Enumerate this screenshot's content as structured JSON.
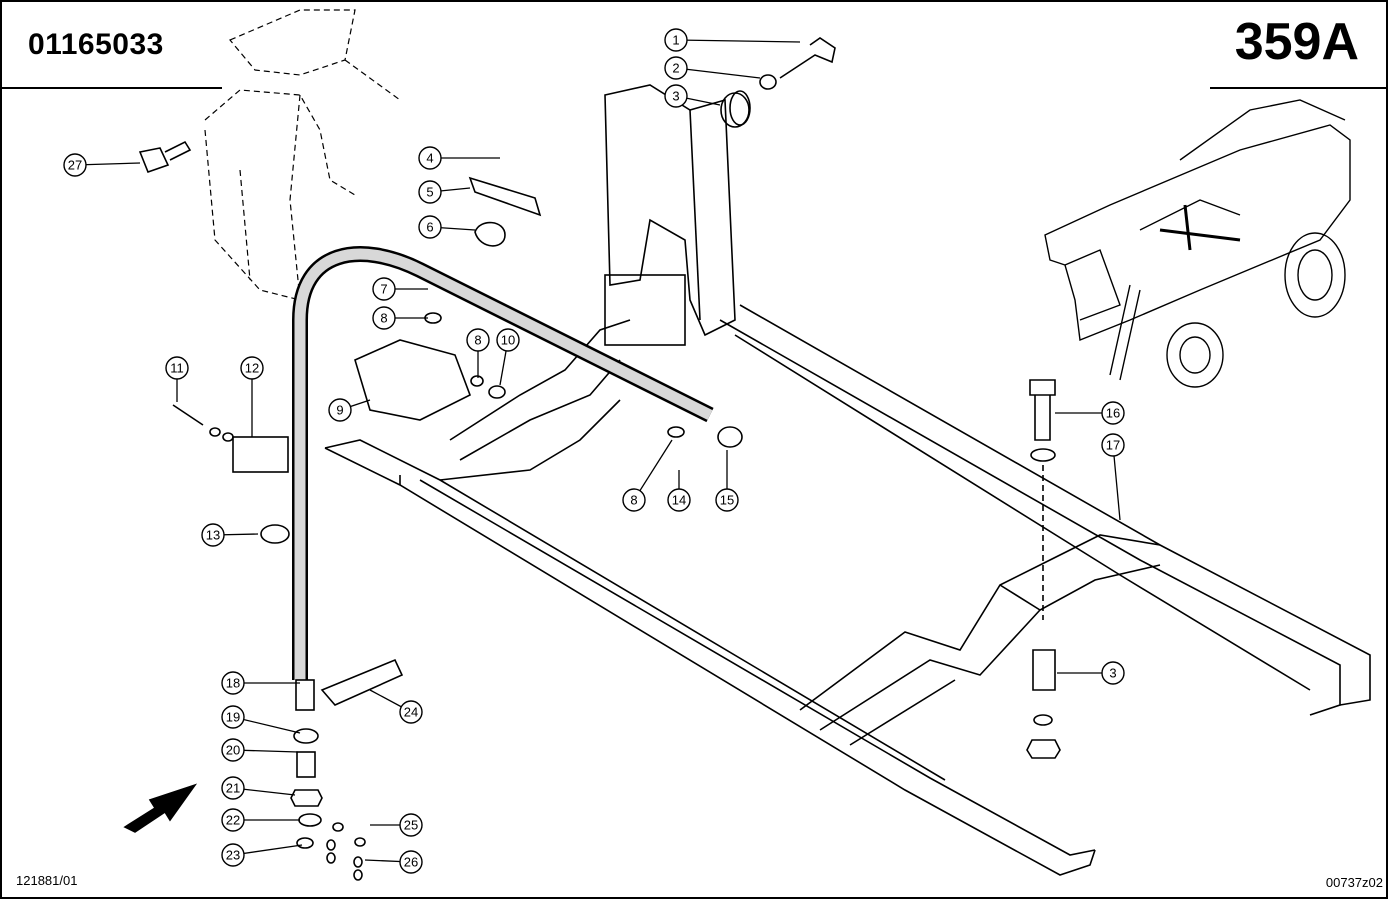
{
  "header": {
    "part_number": "01165033",
    "page_code": "359A"
  },
  "footer": {
    "drawing_ref": "121881/01",
    "image_ref": "00737z02"
  },
  "callouts": [
    {
      "num": "1"
    },
    {
      "num": "2"
    },
    {
      "num": "3"
    },
    {
      "num": "4"
    },
    {
      "num": "5"
    },
    {
      "num": "6"
    },
    {
      "num": "7"
    },
    {
      "num": "8"
    },
    {
      "num": "8"
    },
    {
      "num": "10"
    },
    {
      "num": "9"
    },
    {
      "num": "11"
    },
    {
      "num": "12"
    },
    {
      "num": "13"
    },
    {
      "num": "8"
    },
    {
      "num": "14"
    },
    {
      "num": "15"
    },
    {
      "num": "16"
    },
    {
      "num": "17"
    },
    {
      "num": "3"
    },
    {
      "num": "18"
    },
    {
      "num": "19"
    },
    {
      "num": "20"
    },
    {
      "num": "21"
    },
    {
      "num": "22"
    },
    {
      "num": "23"
    },
    {
      "num": "24"
    },
    {
      "num": "25"
    },
    {
      "num": "26"
    },
    {
      "num": "27"
    }
  ]
}
